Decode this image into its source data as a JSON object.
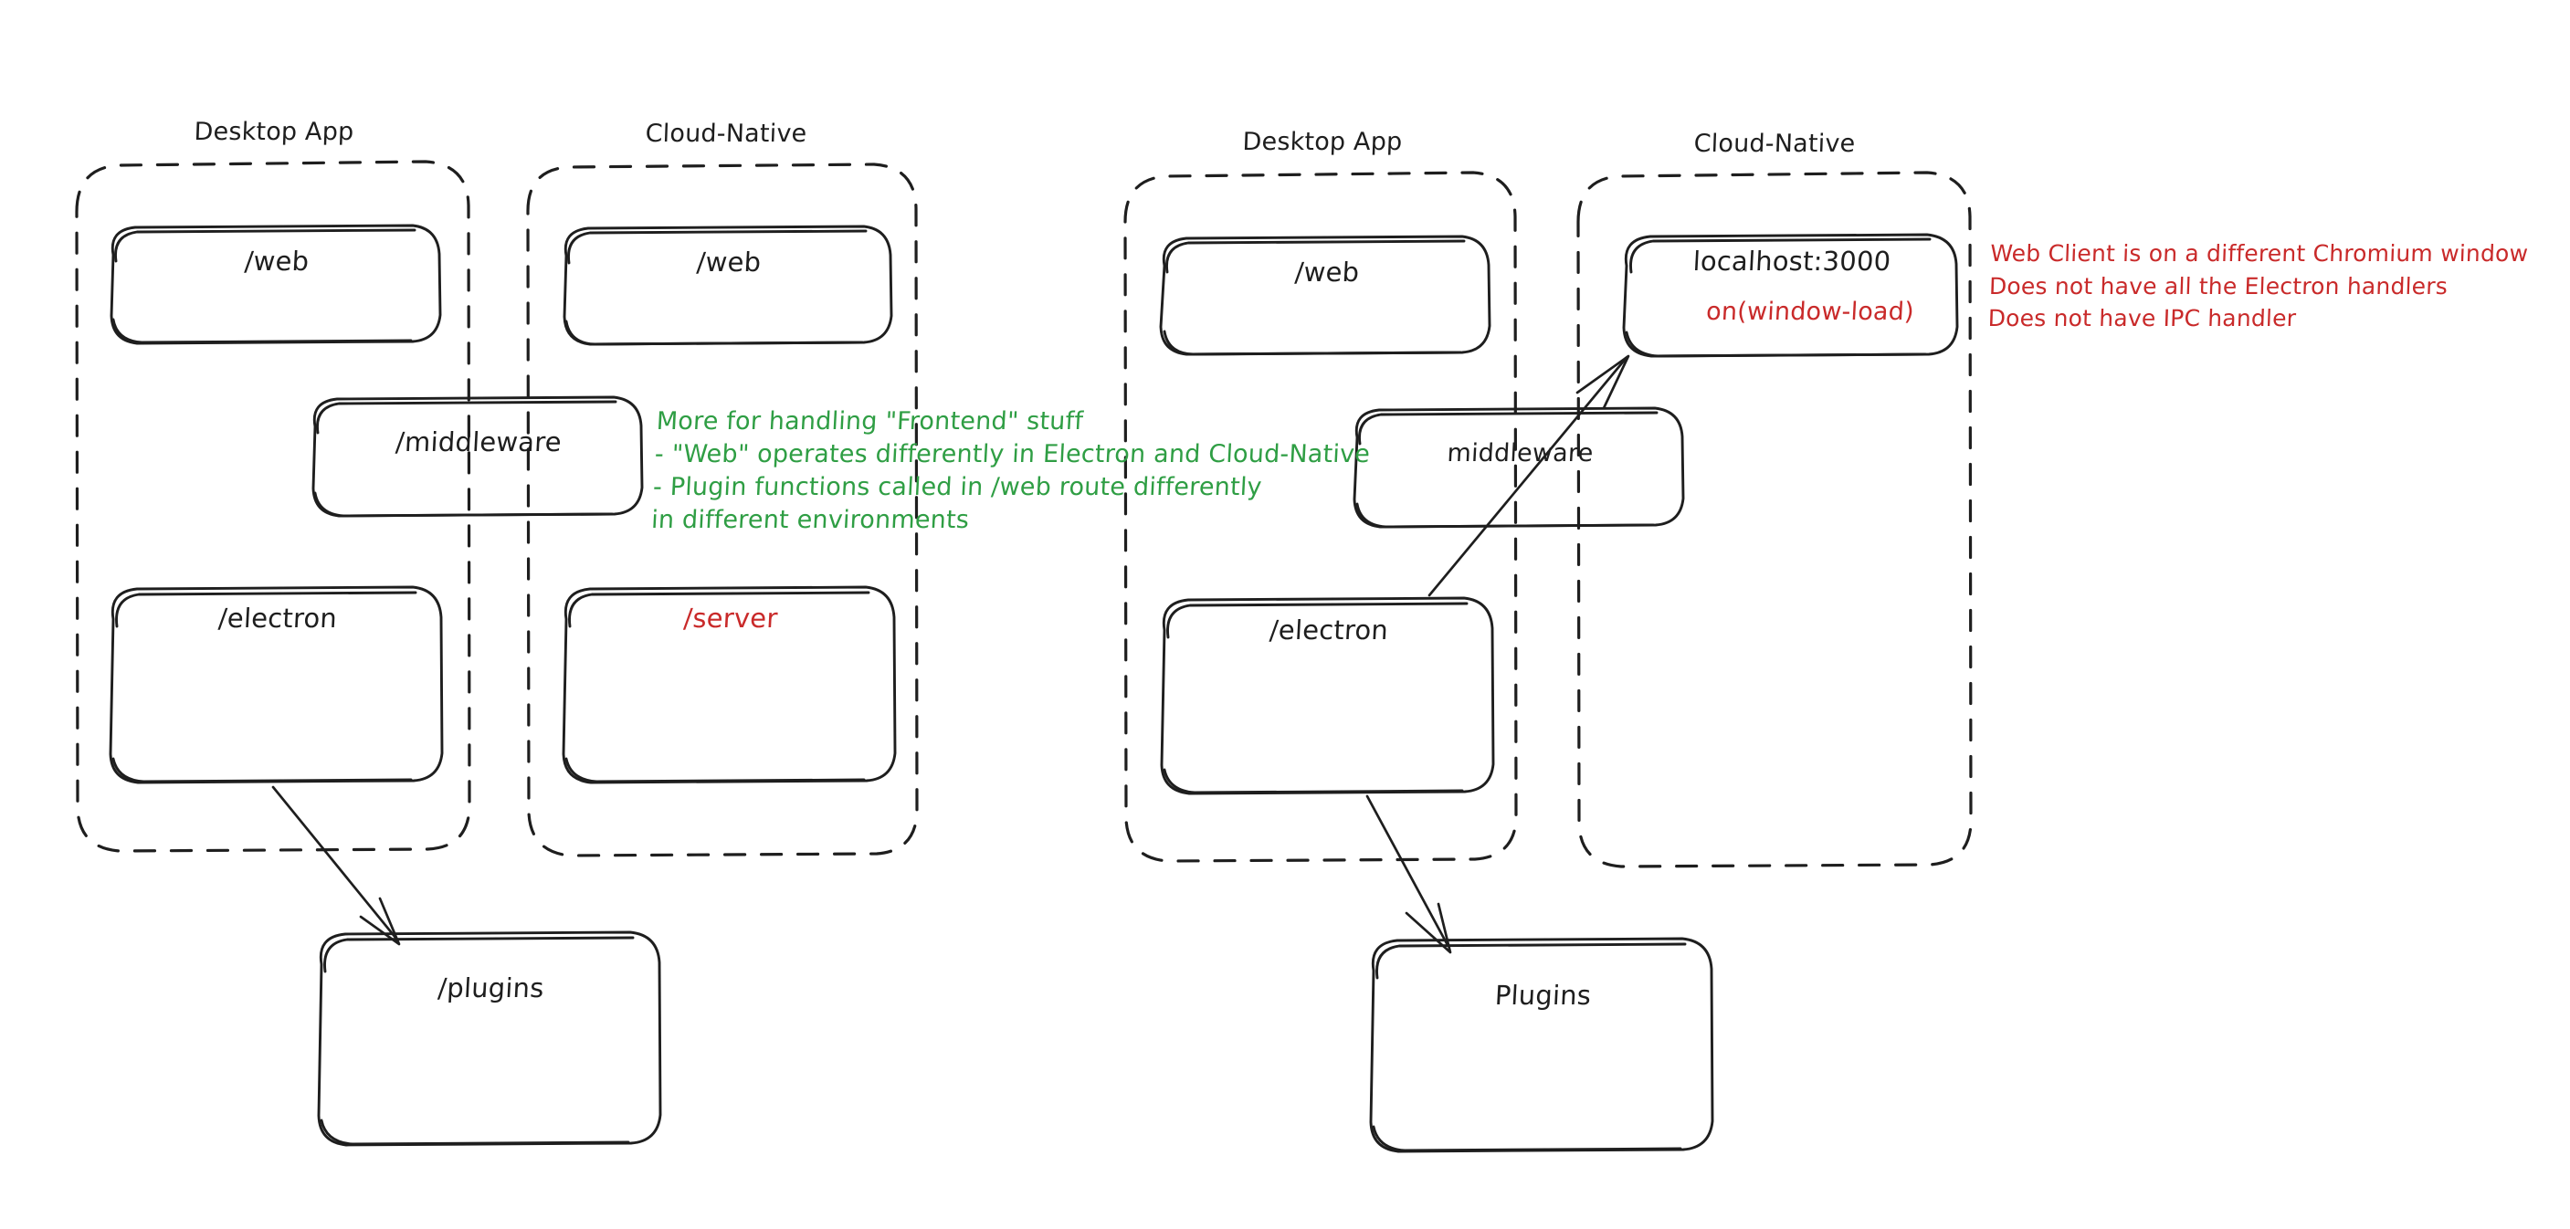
{
  "diagram": {
    "title_hidden": "",
    "background": "#ffffff",
    "ink": "#1e1e1e",
    "accent_red": "#c92a2a",
    "accent_green": "#2f9e44",
    "panels": [
      {
        "id": "left-desktop",
        "title": "Desktop App",
        "boxes": [
          {
            "id": "left-desktop-web",
            "label": "/web",
            "color": "ink"
          },
          {
            "id": "left-desktop-electron",
            "label": "/electron",
            "color": "ink"
          }
        ]
      },
      {
        "id": "left-cloud",
        "title": "Cloud-Native",
        "boxes": [
          {
            "id": "left-cloud-web",
            "label": "/web",
            "color": "ink"
          },
          {
            "id": "left-cloud-server",
            "label": "/server",
            "color": "red"
          }
        ]
      },
      {
        "id": "right-desktop",
        "title": "Desktop App",
        "boxes": [
          {
            "id": "right-desktop-web",
            "label": "/web",
            "color": "ink"
          },
          {
            "id": "right-desktop-electron",
            "label": "/electron",
            "color": "ink"
          }
        ]
      },
      {
        "id": "right-cloud",
        "title": "Cloud-Native",
        "boxes": [
          {
            "id": "right-cloud-localhost",
            "label": "localhost:3000",
            "color": "ink"
          }
        ]
      }
    ],
    "straddle_boxes": [
      {
        "id": "left-middleware",
        "label": "/middleware",
        "color": "ink"
      },
      {
        "id": "right-middleware",
        "label": "middleware",
        "color": "ink"
      }
    ],
    "bottom_boxes": [
      {
        "id": "left-plugins",
        "label": "/plugins",
        "color": "ink"
      },
      {
        "id": "right-plugins",
        "label": "Plugins",
        "color": "ink"
      }
    ],
    "sub_labels": [
      {
        "id": "on-window-load",
        "label": "on(window-load)",
        "color": "red"
      }
    ],
    "notes": {
      "green": {
        "id": "frontend-note",
        "color": "#2f9e44",
        "lines": [
          "More for handling \"Frontend\" stuff",
          "- \"Web\" operates differently in Electron and Cloud-Native",
          "- Plugin functions called in /web route differently",
          "in different environments"
        ],
        "text": "More for handling \"Frontend\" stuff\n- \"Web\" operates differently in Electron and Cloud-Native\n- Plugin functions called in /web route differently\nin different environments"
      },
      "red": {
        "id": "web-client-note",
        "color": "#c92a2a",
        "lines": [
          "Web Client is on a different Chromium window",
          "Does not have all the Electron handlers",
          "Does not have IPC handler"
        ],
        "text": "Web Client is on a different Chromium window\nDoes not have all the Electron handlers\nDoes not have IPC handler"
      }
    },
    "arrows": [
      {
        "id": "left-electron-to-plugins",
        "from": "left-desktop-electron",
        "to": "left-plugins"
      },
      {
        "id": "right-electron-to-plugins",
        "from": "right-desktop-electron",
        "to": "right-plugins"
      },
      {
        "id": "right-electron-to-localhost",
        "from": "right-desktop-electron",
        "to": "right-cloud-localhost"
      }
    ]
  }
}
